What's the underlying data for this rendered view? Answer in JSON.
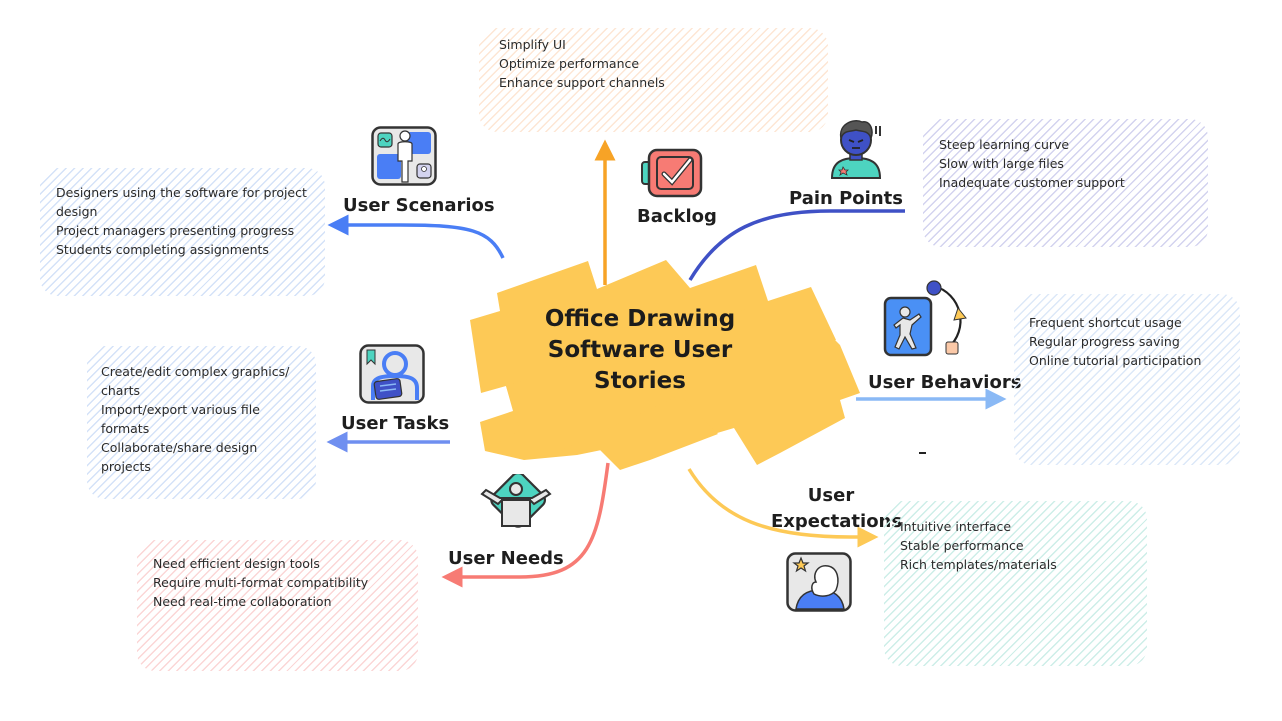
{
  "center": {
    "title_lines": [
      "Office Drawing",
      "Software User",
      "Stories"
    ],
    "color": "#fdc956"
  },
  "branches": {
    "backlog": {
      "label": "Backlog",
      "color": "#f7a326",
      "icon": "checklist-clipboard-icon",
      "items": [
        "Simplify UI",
        "Optimize performance",
        "Enhance support channels"
      ]
    },
    "pain_points": {
      "label": "Pain Points",
      "color": "#3f51c6",
      "icon": "frustrated-person-icon",
      "items": [
        "Steep learning curve",
        "Slow with large files",
        "Inadequate customer support"
      ]
    },
    "user_scenarios": {
      "label": "User Scenarios",
      "color": "#4a7ef5",
      "icon": "presentation-scene-icon",
      "items": [
        "Designers using the software for project design",
        "Project managers presenting progress",
        "Students completing assignments"
      ]
    },
    "user_behaviors": {
      "label": "User Behaviors",
      "color": "#8ab9f5",
      "icon": "person-cycle-icon",
      "items": [
        "Frequent shortcut usage",
        "Regular progress saving",
        "Online tutorial participation"
      ]
    },
    "user_tasks": {
      "label": "User Tasks",
      "color": "#6f8ff0",
      "icon": "person-reading-icon",
      "items": [
        "Create/edit complex graphics/ charts",
        "Import/export various file formats",
        "Collaborate/share design projects"
      ]
    },
    "user_needs": {
      "label": "User Needs",
      "color": "#f77b74",
      "icon": "person-arms-up-icon",
      "items": [
        "Need efficient design tools",
        "Require multi-format compatibility",
        "Need real-time collaboration"
      ]
    },
    "user_expectations": {
      "label_lines": [
        "User",
        "Expectations"
      ],
      "color": "#fdc956",
      "icon": "person-star-icon",
      "items": [
        "Intuitive interface",
        "Stable performance",
        "Rich templates/materials"
      ]
    }
  }
}
